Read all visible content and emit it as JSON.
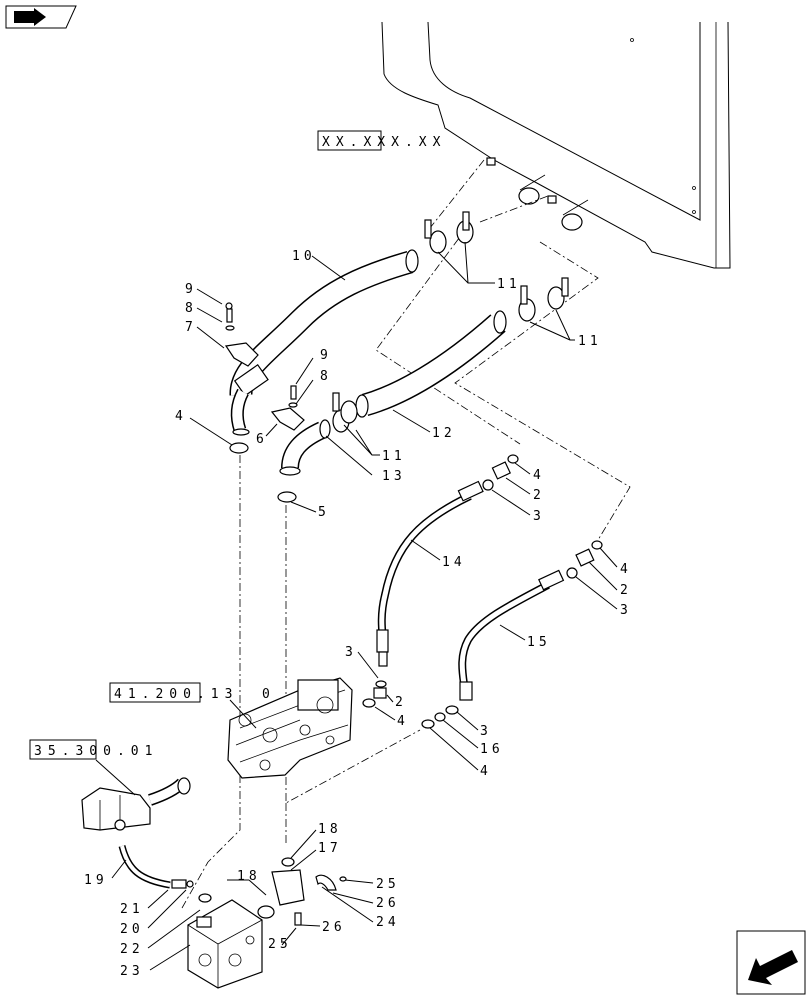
{
  "icons": {
    "nav_prev": "arrow-right-icon",
    "nav_next": "arrow-down-left-icon"
  },
  "refs": [
    {
      "id": "ref-xx",
      "text": "XX.XXX.XX"
    },
    {
      "id": "ref-41200",
      "text": "41.200.13"
    },
    {
      "id": "ref-35300",
      "text": "35.300.01"
    },
    {
      "id": "ref-0",
      "text": "0"
    }
  ],
  "callouts": [
    {
      "id": "c10",
      "text": "10"
    },
    {
      "id": "c9a",
      "text": "9"
    },
    {
      "id": "c8a",
      "text": "8"
    },
    {
      "id": "c7",
      "text": "7"
    },
    {
      "id": "c11a",
      "text": "11"
    },
    {
      "id": "c11b",
      "text": "11"
    },
    {
      "id": "c9b",
      "text": "9"
    },
    {
      "id": "c8b",
      "text": "8"
    },
    {
      "id": "c4a",
      "text": "4"
    },
    {
      "id": "c6",
      "text": "6"
    },
    {
      "id": "c11c",
      "text": "11"
    },
    {
      "id": "c13",
      "text": "13"
    },
    {
      "id": "c12",
      "text": "12"
    },
    {
      "id": "c5",
      "text": "5"
    },
    {
      "id": "c4b",
      "text": "4"
    },
    {
      "id": "c2a",
      "text": "2"
    },
    {
      "id": "c3a",
      "text": "3"
    },
    {
      "id": "c14",
      "text": "14"
    },
    {
      "id": "c4c",
      "text": "4"
    },
    {
      "id": "c2b",
      "text": "2"
    },
    {
      "id": "c3b",
      "text": "3"
    },
    {
      "id": "c15",
      "text": "15"
    },
    {
      "id": "c3c",
      "text": "3"
    },
    {
      "id": "c2c",
      "text": "2"
    },
    {
      "id": "c4d",
      "text": "4"
    },
    {
      "id": "c3d",
      "text": "3"
    },
    {
      "id": "c16",
      "text": "16"
    },
    {
      "id": "c4e",
      "text": "4"
    },
    {
      "id": "c18a",
      "text": "18"
    },
    {
      "id": "c17",
      "text": "17"
    },
    {
      "id": "c19",
      "text": "19"
    },
    {
      "id": "c18b",
      "text": "18"
    },
    {
      "id": "c25a",
      "text": "25"
    },
    {
      "id": "c26a",
      "text": "26"
    },
    {
      "id": "c24",
      "text": "24"
    },
    {
      "id": "c21",
      "text": "21"
    },
    {
      "id": "c20",
      "text": "20"
    },
    {
      "id": "c26b",
      "text": "26"
    },
    {
      "id": "c22",
      "text": "22"
    },
    {
      "id": "c25b",
      "text": "25"
    },
    {
      "id": "c23",
      "text": "23"
    }
  ]
}
